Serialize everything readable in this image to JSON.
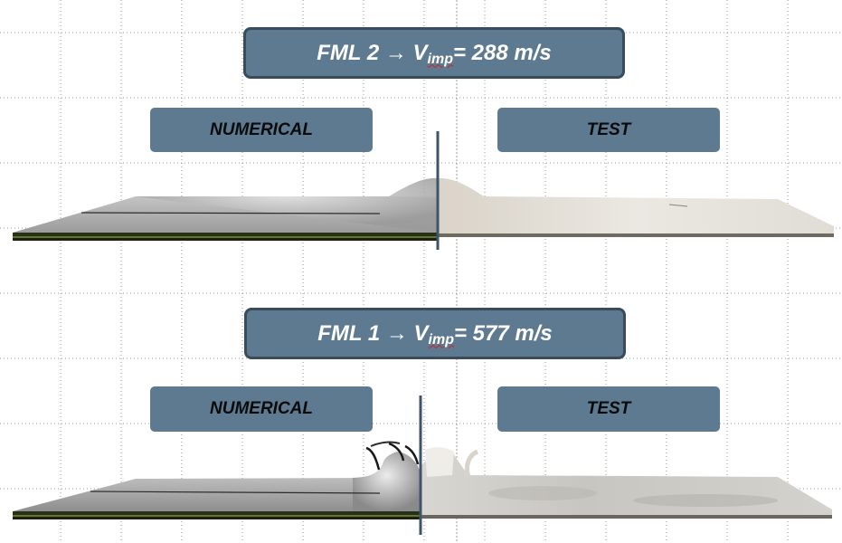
{
  "panels": [
    {
      "title": {
        "prefix": "FML 2 → V",
        "subscript": "imp",
        "suffix": " = 288 m/s"
      },
      "labels": {
        "numerical": "NUMERICAL",
        "test": "TEST"
      }
    },
    {
      "title": {
        "prefix": "FML 1 → V",
        "subscript": "imp",
        "suffix": " = 577 m/s"
      },
      "labels": {
        "numerical": "NUMERICAL",
        "test": "TEST"
      }
    }
  ],
  "colors": {
    "box_fill": "#5e7a90",
    "box_border": "#3a4c5c",
    "divider": "#3d5568",
    "numerical_plate": "#a9a9a9",
    "test_plate": "#dcd8d0"
  }
}
